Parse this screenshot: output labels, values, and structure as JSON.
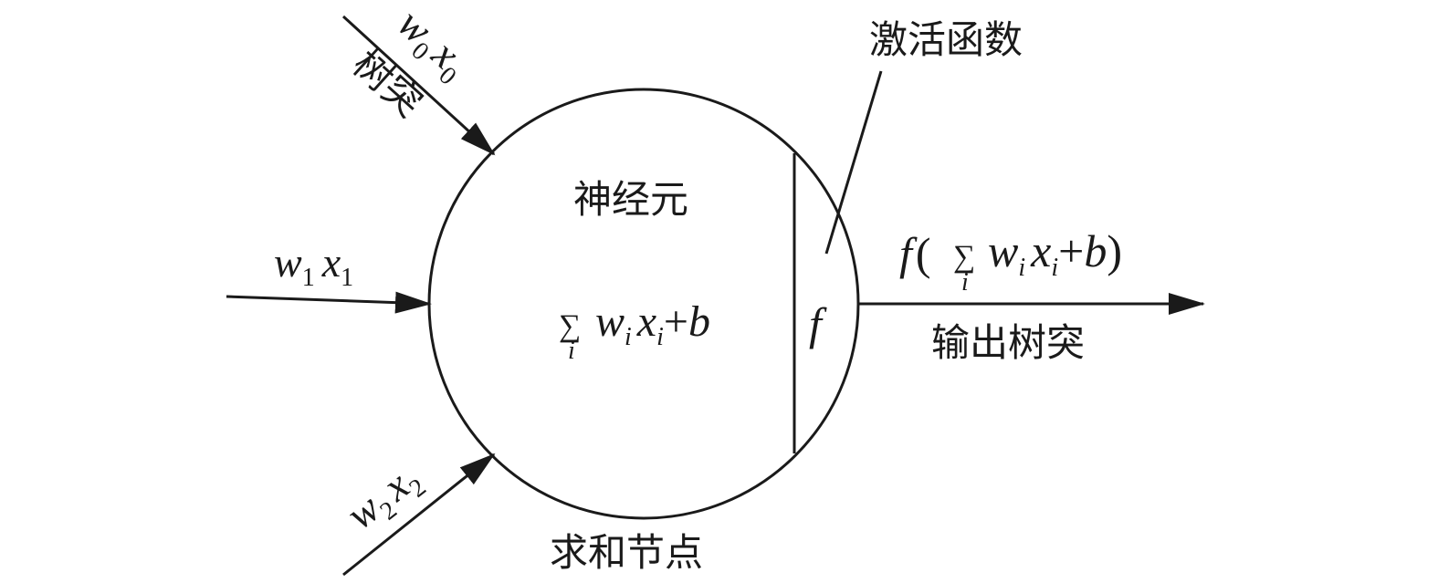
{
  "labels": {
    "neuron": "神经元",
    "summation_node": "求和节点",
    "activation_function": "激活函数",
    "output_dendrite": "输出树突",
    "input_dendrite": "树突",
    "activation_symbol": "f"
  },
  "inputs": [
    {
      "weight": "w",
      "weight_sub": "0",
      "input": "x",
      "input_sub": "0"
    },
    {
      "weight": "w",
      "weight_sub": "1",
      "input": "x",
      "input_sub": "1"
    },
    {
      "weight": "w",
      "weight_sub": "2",
      "input": "x",
      "input_sub": "2"
    }
  ],
  "summation": {
    "sigma": "∑",
    "index": "i",
    "weight": "w",
    "weight_sub": "i",
    "input": "x",
    "input_sub": "i",
    "plus": "+",
    "bias": "b"
  },
  "output_expr": {
    "func": "f",
    "open": "(",
    "close": ")"
  },
  "colors": {
    "stroke": "#1a1a1a",
    "background": "#ffffff"
  }
}
